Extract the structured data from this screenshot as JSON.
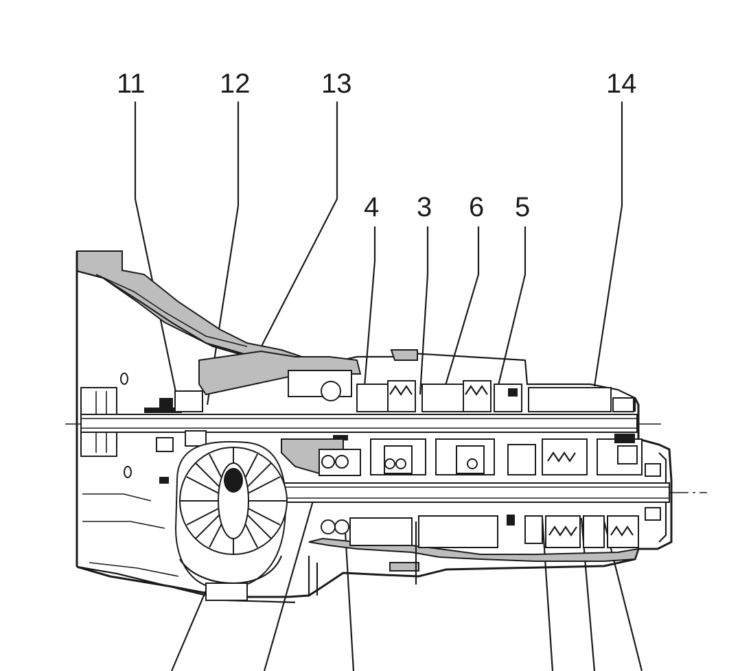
{
  "diagram": {
    "callouts_top": [
      "11",
      "12",
      "13",
      "4",
      "3",
      "6",
      "5",
      "14"
    ],
    "colors": {
      "line": "#1a1a1a",
      "shaded": "#bdbdbd",
      "background": "#ffffff"
    }
  }
}
